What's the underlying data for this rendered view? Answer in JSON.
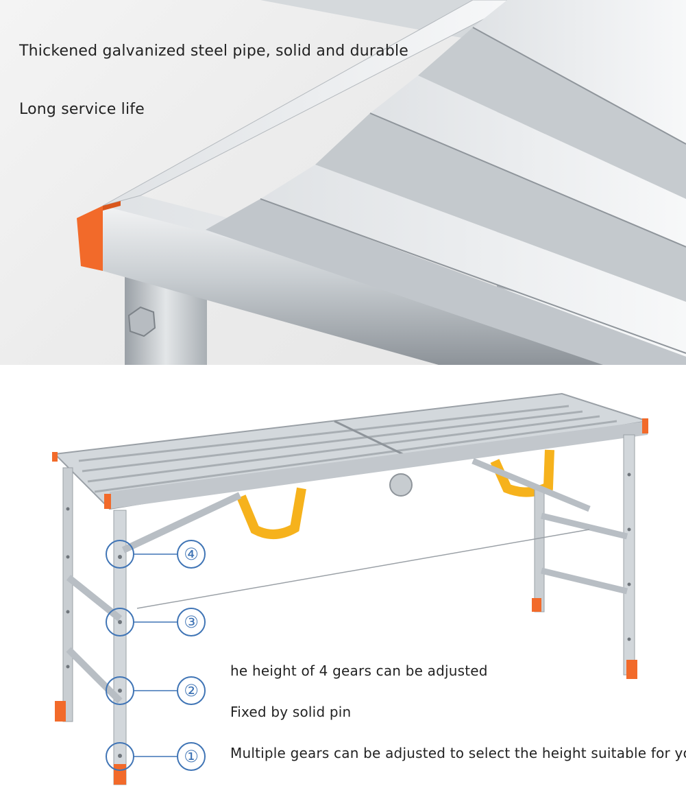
{
  "top_panel": {
    "caption_1": "Thickened galvanized steel pipe, solid and durable",
    "caption_2": "Long service life"
  },
  "bottom_panel": {
    "caption_1": "he height of 4 gears can be adjusted",
    "caption_2": "Fixed by solid pin",
    "caption_3": "Multiple gears can be adjusted to select the height suitable for you.",
    "gear_labels": [
      "④",
      "③",
      "②",
      "①"
    ]
  },
  "colors": {
    "accent_orange": "#f26a2a",
    "strap_yellow": "#f6b21c",
    "callout_blue": "#3f74b5",
    "steel": "#b8bec4"
  }
}
